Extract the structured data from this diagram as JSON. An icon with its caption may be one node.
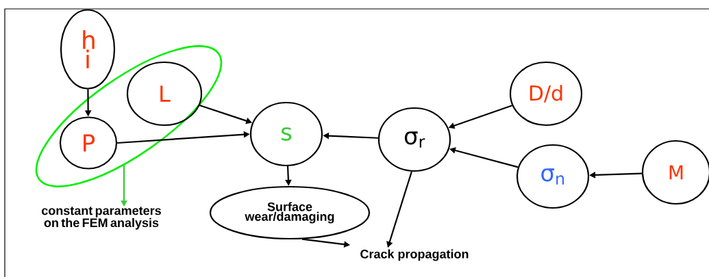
{
  "diagram": {
    "nodes": [
      {
        "text": [
          "h i"
        ]
      },
      {
        "text": [],
        "shape": "ellipse"
      },
      {
        "text": [
          "L"
        ],
        "in": 1
      },
      {
        "text": [
          "P"
        ],
        "in": 1
      },
      {
        "text": [
          "s"
        ]
      },
      {
        "text": [
          "σ$_{r}$"
        ]
      },
      {
        "text": [
          "D/d"
        ]
      },
      {
        "text": [
          "σ$_{n}$"
        ]
      },
      {
        "text": [
          "M"
        ]
      },
      {
        "text": [
          "Surface wear/damaging"
        ]
      },
      {
        "text": [
          "Crack propagation"
        ]
      },
      {
        "text": [
          "constant parameters on the FEM analysis"
        ]
      }
    ],
    "edges": [
      {
        "from": 0,
        "to": 3,
        "arrow": "to"
      },
      {
        "from": 2,
        "to": 4,
        "arrow": "to"
      },
      {
        "from": 3,
        "to": 4,
        "arrow": "to"
      },
      {
        "from": 5,
        "to": 4,
        "arrow": "to"
      },
      {
        "from": 6,
        "to": 5,
        "arrow": "to"
      },
      {
        "from": 7,
        "to": 5,
        "arrow": "to"
      },
      {
        "from": 8,
        "to": 7,
        "arrow": "to"
      },
      {
        "from": 4,
        "to": 9,
        "arrow": "to"
      },
      {
        "from": 9,
        "to": 10,
        "arrow": "to"
      },
      {
        "from": 5,
        "to": 10,
        "arrow": "to"
      },
      {
        "from": 1,
        "to": 11,
        "arrow": "to",
        "color": "#33cc33"
      }
    ]
  }
}
